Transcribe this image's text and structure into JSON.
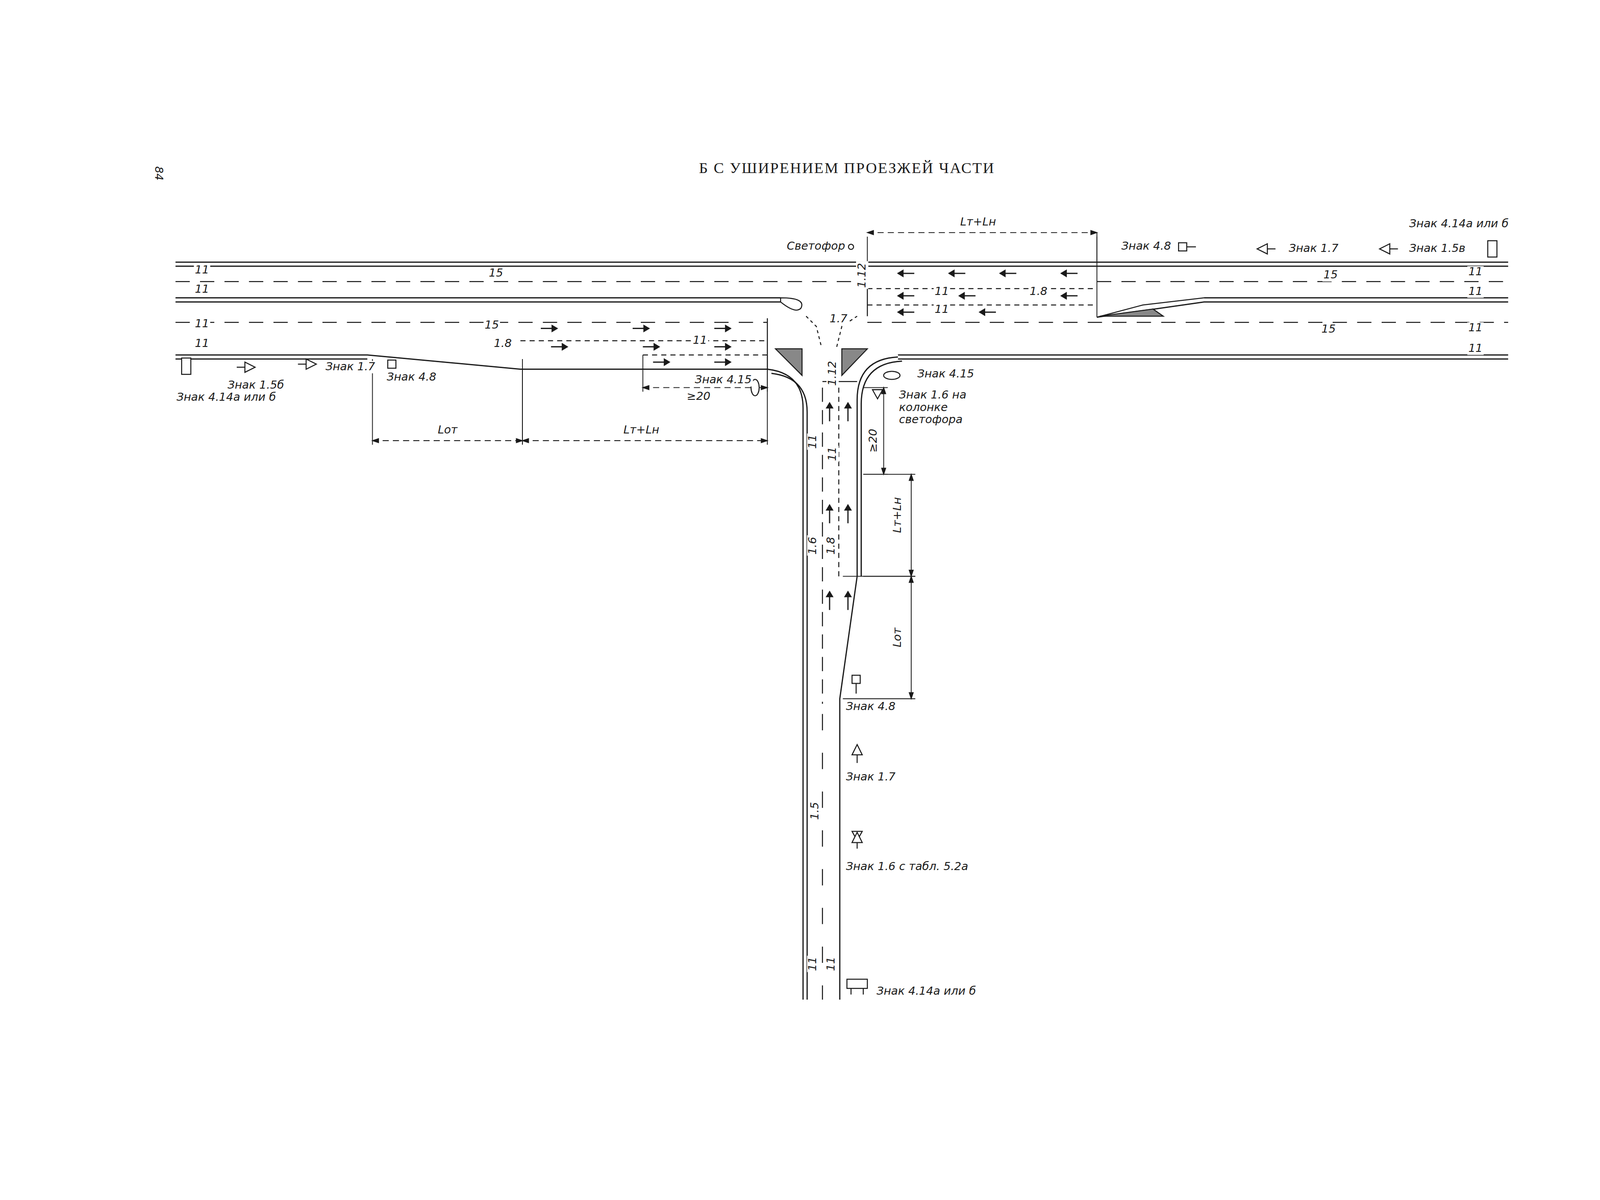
{
  "diagram": {
    "title": "Б С УШИРЕНИЕМ ПРОЕЗЖЕЙ ЧАСТИ",
    "labels": [
      "84",
      "Светофор",
      "1.12",
      "11",
      "11",
      "15",
      "Lт+Lн",
      "Знак 4.8",
      "Знак 1.7",
      "Знак 1.5в",
      "Знак 4.14а или б",
      "11",
      "11",
      "15",
      "11",
      "1.8",
      "11",
      "1.7",
      "11",
      "11",
      "15",
      "1.8",
      "11",
      "15",
      "11",
      "11",
      "Знак 1.5б",
      "Знак 4.14а или б",
      "Знак 1.7",
      "Знак 4.8",
      "Lот",
      "Lт+Lн",
      "Знак 4.15",
      "≥20",
      "1.12",
      "Знак 4.15",
      "Знак 1.6 на колонке светофора",
      "≥20",
      "11",
      "11",
      "Lт+Lн",
      "1.6",
      "1.8",
      "Lот",
      "Знак 4.8",
      "Знак 1.7",
      "1.5",
      "Знак 1.6 с табл. 5.2а",
      "11",
      "11",
      "Знак 4.14а или б"
    ]
  }
}
